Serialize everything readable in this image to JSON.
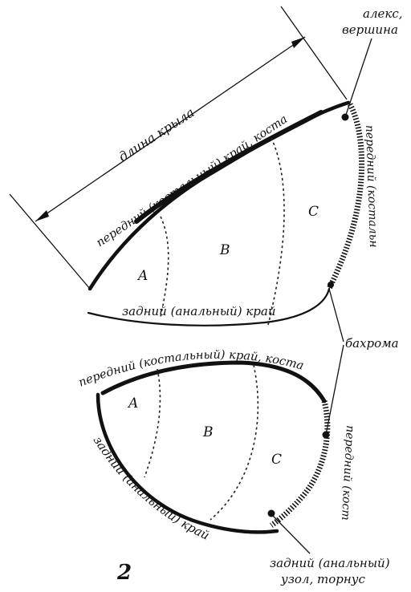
{
  "labels": {
    "apex": "алекс,",
    "apex_line2": "вершина",
    "wing_length": "длина крыла",
    "forewing_costa": "передний (костальный) край, коста",
    "forewing_termen": "передний (костальный) край, коста",
    "forewing_inner": "задний (анальный) край",
    "fringe": "бахрома",
    "hindwing_costa": "передний (костальный) край, коста",
    "hindwing_termen": "передний (костальный) край, коста",
    "hindwing_inner": "задний (анальный) край",
    "tornus": "задний (анальный)",
    "tornus_line2": "узол, торнус",
    "figure_number": "2"
  },
  "zones": {
    "forewing": [
      "A",
      "B",
      "C"
    ],
    "hindwing": [
      "A",
      "B",
      "C"
    ]
  }
}
